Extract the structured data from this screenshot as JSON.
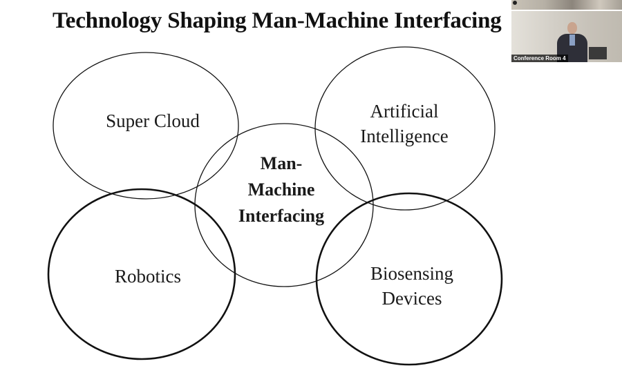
{
  "slide": {
    "title": "Technology Shaping Man-Machine Interfacing"
  },
  "venn": {
    "center": {
      "lines": [
        "Man-",
        "Machine",
        "Interfacing"
      ]
    },
    "super_cloud": {
      "lines": [
        "Super Cloud"
      ]
    },
    "artificial_intelligence": {
      "lines": [
        "Artificial",
        "Intelligence"
      ]
    },
    "robotics": {
      "lines": [
        "Robotics"
      ]
    },
    "biosensing_devices": {
      "lines": [
        "Biosensing",
        "Devices"
      ]
    }
  },
  "video": {
    "participant_label": "Conference Room 4"
  },
  "colors": {
    "background": "#ffffff",
    "text": "#111111",
    "circle_stroke": "#111111"
  }
}
